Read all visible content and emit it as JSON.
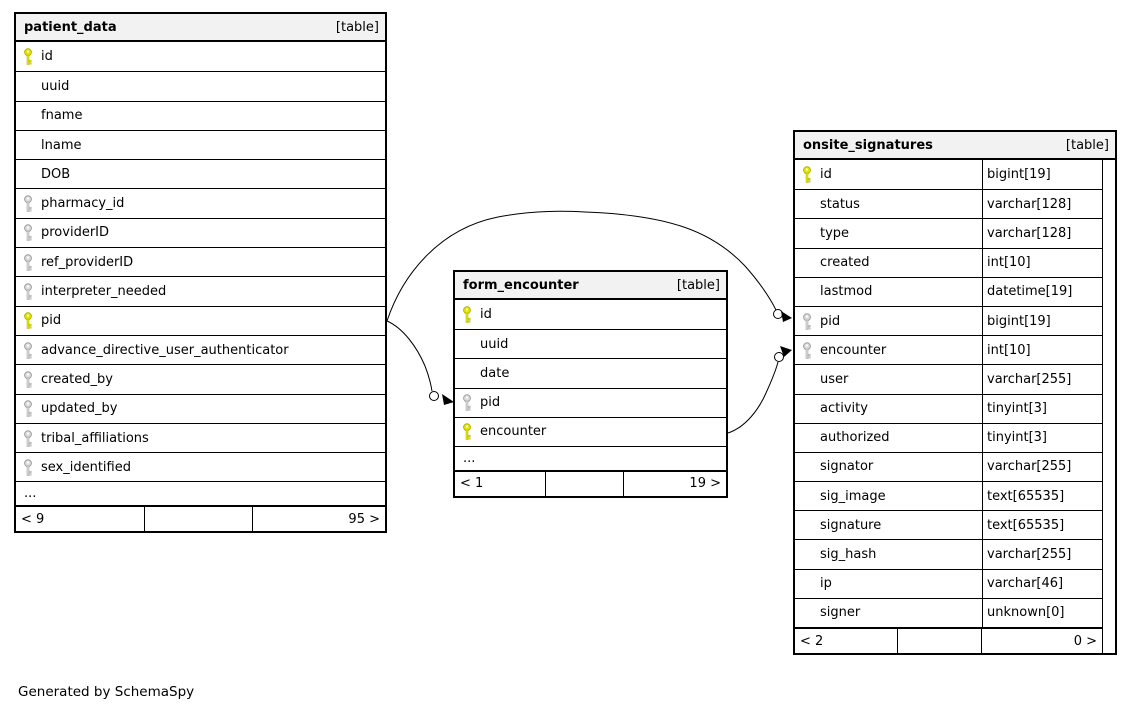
{
  "note": "Generated by SchemaSpy",
  "colors": {
    "header_bg": "#f2f2f2",
    "border": "#000000",
    "pk_fill": "#e6e600",
    "pk_stroke": "#b3b300",
    "fk_fill": "#dcdcdc",
    "fk_stroke": "#9e9e9e"
  },
  "tables": [
    {
      "name": "patient_data",
      "badge": "[table]",
      "columns": [
        {
          "name": "id",
          "icon": "primary-key"
        },
        {
          "name": "uuid",
          "icon": null
        },
        {
          "name": "fname",
          "icon": null
        },
        {
          "name": "lname",
          "icon": null
        },
        {
          "name": "DOB",
          "icon": null
        },
        {
          "name": "pharmacy_id",
          "icon": "foreign-key"
        },
        {
          "name": "providerID",
          "icon": "foreign-key"
        },
        {
          "name": "ref_providerID",
          "icon": "foreign-key"
        },
        {
          "name": "interpreter_needed",
          "icon": "foreign-key"
        },
        {
          "name": "pid",
          "icon": "primary-key"
        },
        {
          "name": "advance_directive_user_authenticator",
          "icon": "foreign-key"
        },
        {
          "name": "created_by",
          "icon": "foreign-key"
        },
        {
          "name": "updated_by",
          "icon": "foreign-key"
        },
        {
          "name": "tribal_affiliations",
          "icon": "foreign-key"
        },
        {
          "name": "sex_identified",
          "icon": "foreign-key"
        }
      ],
      "truncated": "...",
      "footer": {
        "left": "< 9",
        "middle": "",
        "right": "95 >"
      }
    },
    {
      "name": "form_encounter",
      "badge": "[table]",
      "columns": [
        {
          "name": "id",
          "icon": "primary-key"
        },
        {
          "name": "uuid",
          "icon": null
        },
        {
          "name": "date",
          "icon": null
        },
        {
          "name": "pid",
          "icon": "foreign-key"
        },
        {
          "name": "encounter",
          "icon": "primary-key"
        }
      ],
      "truncated": "...",
      "footer": {
        "left": "< 1",
        "middle": "",
        "right": "19 >"
      }
    },
    {
      "name": "onsite_signatures",
      "badge": "[table]",
      "columns": [
        {
          "name": "id",
          "icon": "primary-key",
          "type": "bigint[19]"
        },
        {
          "name": "status",
          "icon": null,
          "type": "varchar[128]"
        },
        {
          "name": "type",
          "icon": null,
          "type": "varchar[128]"
        },
        {
          "name": "created",
          "icon": null,
          "type": "int[10]"
        },
        {
          "name": "lastmod",
          "icon": null,
          "type": "datetime[19]"
        },
        {
          "name": "pid",
          "icon": "foreign-key",
          "type": "bigint[19]"
        },
        {
          "name": "encounter",
          "icon": "foreign-key",
          "type": "int[10]"
        },
        {
          "name": "user",
          "icon": null,
          "type": "varchar[255]"
        },
        {
          "name": "activity",
          "icon": null,
          "type": "tinyint[3]"
        },
        {
          "name": "authorized",
          "icon": null,
          "type": "tinyint[3]"
        },
        {
          "name": "signator",
          "icon": null,
          "type": "varchar[255]"
        },
        {
          "name": "sig_image",
          "icon": null,
          "type": "text[65535]"
        },
        {
          "name": "signature",
          "icon": null,
          "type": "text[65535]"
        },
        {
          "name": "sig_hash",
          "icon": null,
          "type": "varchar[255]"
        },
        {
          "name": "ip",
          "icon": null,
          "type": "varchar[46]"
        },
        {
          "name": "signer",
          "icon": null,
          "type": "unknown[0]"
        }
      ],
      "truncated": null,
      "footer": {
        "left": "< 2",
        "middle": "",
        "right": "0 >"
      }
    }
  ],
  "relationships": [
    {
      "from": "patient_data.pid",
      "to": "form_encounter.pid"
    },
    {
      "from": "patient_data.pid",
      "to": "onsite_signatures.pid"
    },
    {
      "from": "form_encounter.encounter",
      "to": "onsite_signatures.encounter"
    }
  ]
}
